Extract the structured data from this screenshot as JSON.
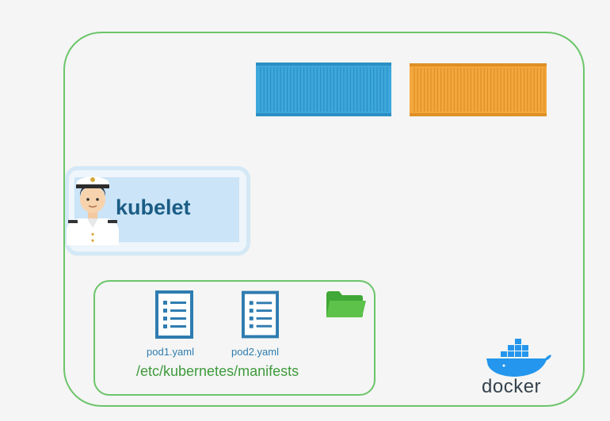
{
  "kubelet": {
    "label": "kubelet"
  },
  "manifests": {
    "files": [
      "pod1.yaml",
      "pod2.yaml"
    ],
    "path": "/etc/kubernetes/manifests"
  },
  "docker": {
    "label": "docker"
  },
  "colors": {
    "node_border": "#6cc46a",
    "container_blue": "#3ea7dc",
    "container_orange": "#f4a73c",
    "kubelet_text": "#1b5d86",
    "file_text": "#2f7cb0",
    "path_text": "#3f9b3c",
    "folder": "#55bf3f"
  },
  "icons": [
    "container-icon",
    "captain-icon",
    "document-icon",
    "folder-icon",
    "docker-whale-icon"
  ]
}
